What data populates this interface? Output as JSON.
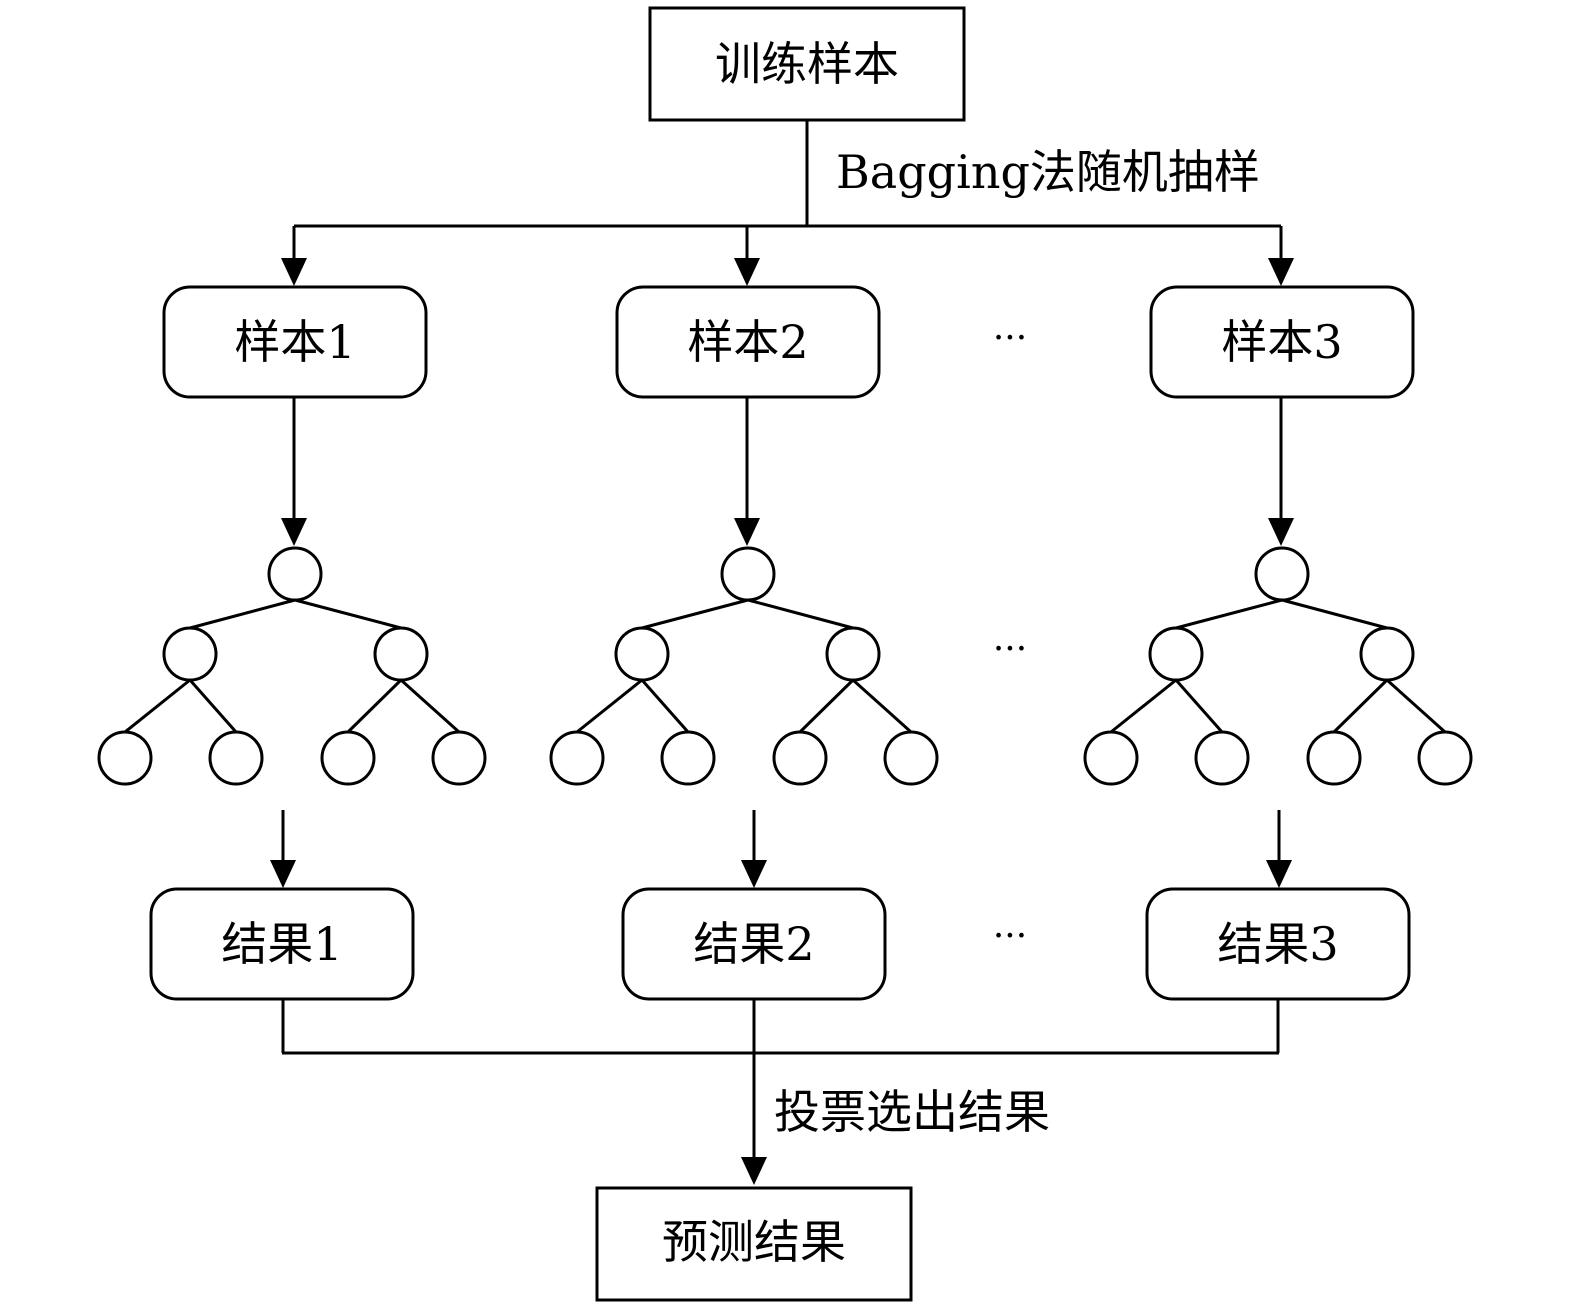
{
  "diagram": {
    "title": "Random Forest (Bagging) flow",
    "colors": {
      "stroke": "#000000",
      "fill": "#ffffff",
      "text": "#000000"
    },
    "top_box": {
      "label": "训练样本"
    },
    "split_label": "Bagging法随机抽样",
    "samples": [
      {
        "label": "样本1"
      },
      {
        "label": "样本2"
      },
      {
        "label": "样本3"
      }
    ],
    "results": [
      {
        "label": "结果1"
      },
      {
        "label": "结果2"
      },
      {
        "label": "结果3"
      }
    ],
    "ellipsis": "···",
    "vote_label": "投票选出结果",
    "bottom_box": {
      "label": "预测结果"
    },
    "tree": {
      "levels": 3,
      "nodes_per_tree": 7
    }
  }
}
